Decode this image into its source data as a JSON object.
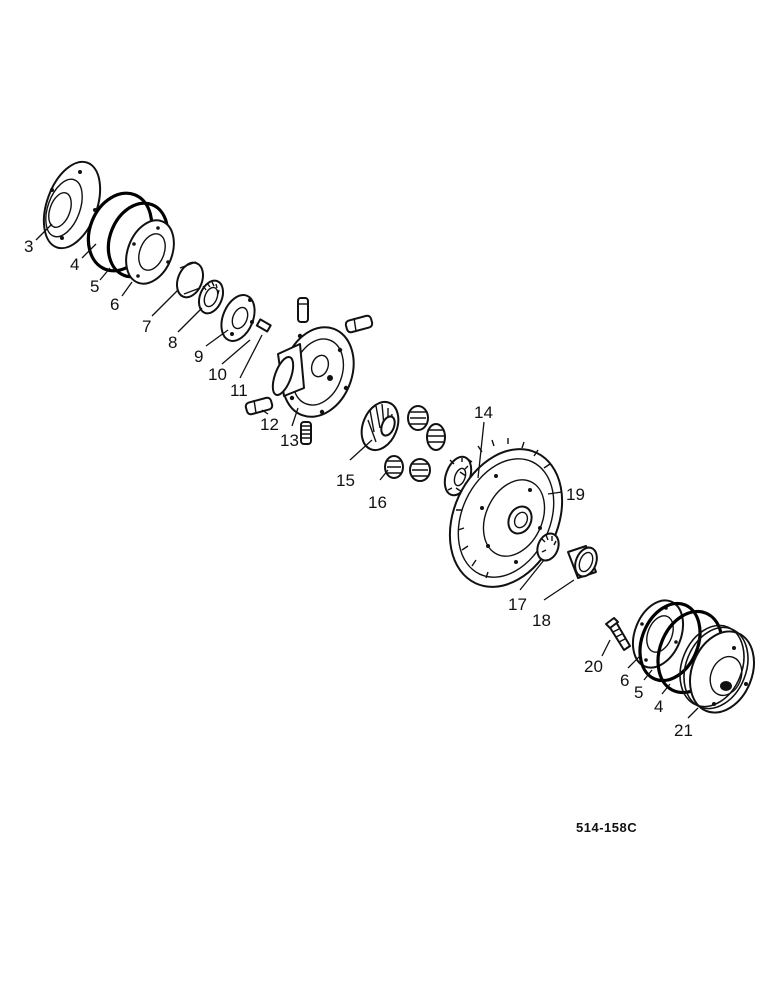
{
  "callouts": [
    {
      "id": "c3a",
      "text": "3"
    },
    {
      "id": "c4a",
      "text": "4"
    },
    {
      "id": "c5a",
      "text": "5"
    },
    {
      "id": "c6a",
      "text": "6"
    },
    {
      "id": "c7",
      "text": "7"
    },
    {
      "id": "c8",
      "text": "8"
    },
    {
      "id": "c9",
      "text": "9"
    },
    {
      "id": "c10",
      "text": "10"
    },
    {
      "id": "c11",
      "text": "11"
    },
    {
      "id": "c12",
      "text": "12"
    },
    {
      "id": "c13",
      "text": "13"
    },
    {
      "id": "c14",
      "text": "14"
    },
    {
      "id": "c15",
      "text": "15"
    },
    {
      "id": "c16",
      "text": "16"
    },
    {
      "id": "c17",
      "text": "17"
    },
    {
      "id": "c18",
      "text": "18"
    },
    {
      "id": "c19",
      "text": "19"
    },
    {
      "id": "c20",
      "text": "20"
    },
    {
      "id": "c6b",
      "text": "6"
    },
    {
      "id": "c5b",
      "text": "5"
    },
    {
      "id": "c4b",
      "text": "4"
    },
    {
      "id": "c21",
      "text": "21"
    }
  ],
  "reference_code": "514-158C"
}
